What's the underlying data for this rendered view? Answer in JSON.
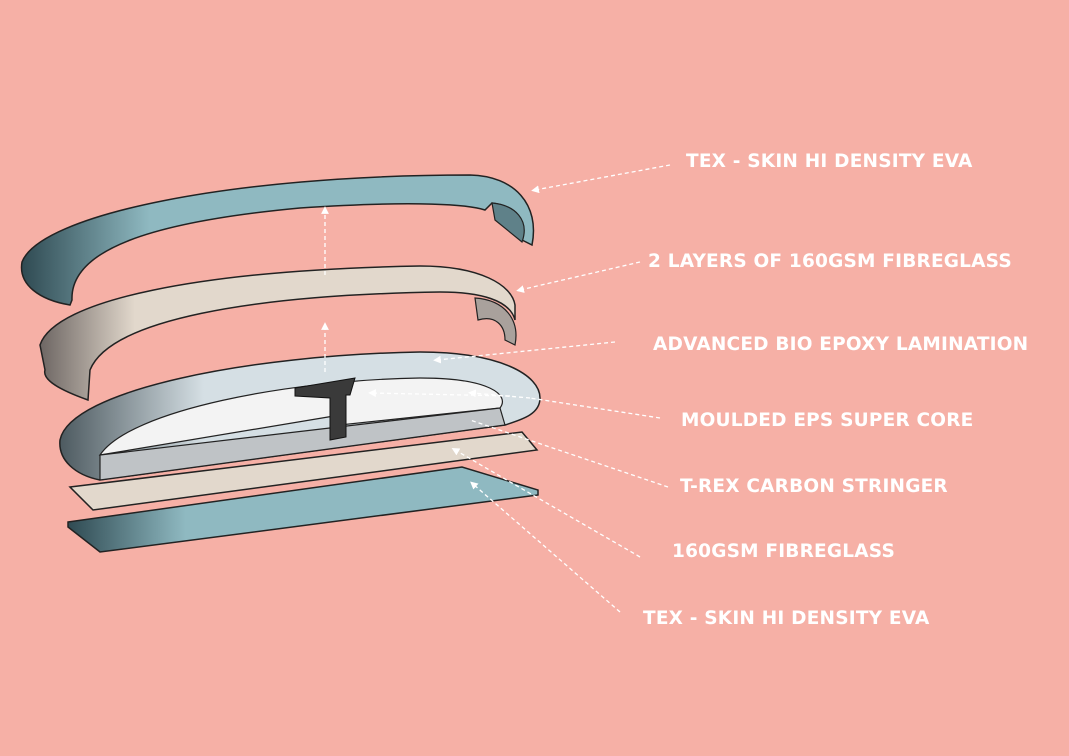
{
  "title": "Board construction layers",
  "colors": {
    "background": "#f6b0a6",
    "eva": "#8fb9c1",
    "fibreglass": "#e2d8cc",
    "core": "#f1f1f1",
    "stringer": "#3a3a3a",
    "label": "#ffffff"
  },
  "labels": [
    "TEX - SKIN HI DENSITY EVA",
    "2 LAYERS OF 160GSM FIBREGLASS",
    "ADVANCED BIO EPOXY LAMINATION",
    "MOULDED EPS SUPER CORE",
    "T-REX CARBON STRINGER",
    "160GSM FIBREGLASS",
    "TEX - SKIN HI DENSITY EVA"
  ]
}
